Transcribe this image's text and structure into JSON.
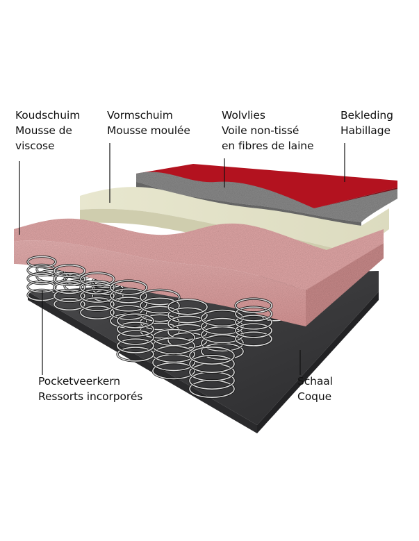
{
  "labels": {
    "koudschuim": {
      "line1": "Koudschuim",
      "line2": "Mousse de",
      "line3": "viscose"
    },
    "vormschuim": {
      "line1": "Vormschuim",
      "line2": "Mousse moulée"
    },
    "wolvlies": {
      "line1": "Wolvlies",
      "line2": "Voile non-tissé",
      "line3": "en fibres de laine"
    },
    "bekleding": {
      "line1": "Bekleding",
      "line2": "Habillage"
    },
    "pocketveerkern": {
      "line1": "Pocketveerkern",
      "line2": "Ressorts incorporés"
    },
    "schaal": {
      "line1": "Schaal",
      "line2": "Coque"
    }
  },
  "colors": {
    "cover": "#b3121f",
    "fleece": "#8a8a8a",
    "molded_foam": "#e3e2c8",
    "cold_foam": "#e2a7a7",
    "shell": "#3d3d3f",
    "spring": "#dcdcdc",
    "leader_line": "#111111"
  }
}
